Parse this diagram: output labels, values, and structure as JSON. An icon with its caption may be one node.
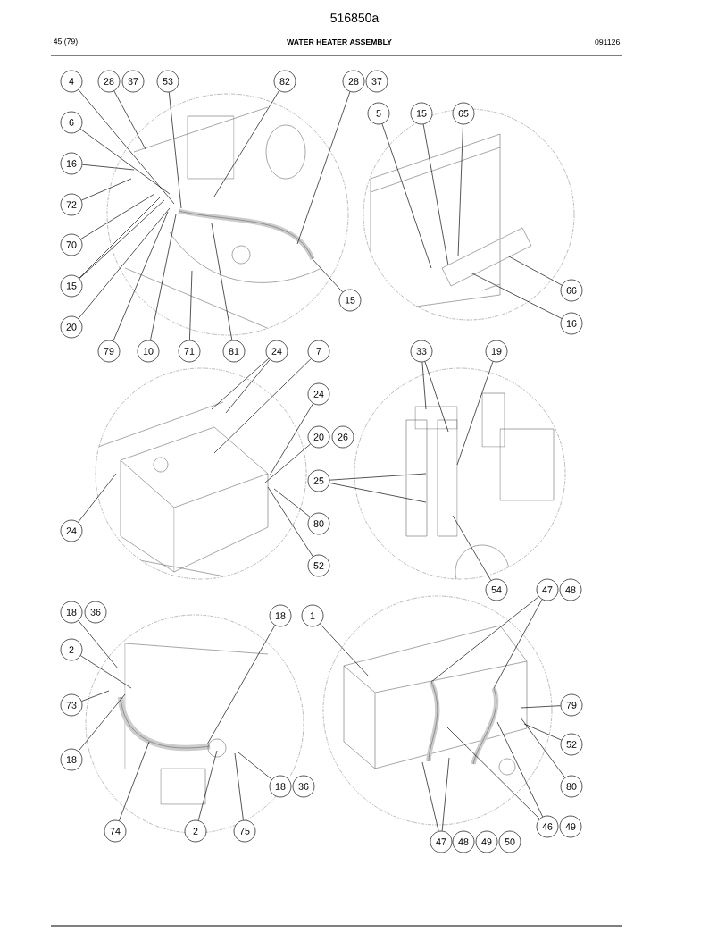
{
  "diagram": {
    "title": "WATER HEATER ASSEMBLY",
    "nodes": [
      {
        "text": [
          "4"
        ]
      },
      {
        "text": [
          "28"
        ]
      },
      {
        "text": [
          "37"
        ]
      },
      {
        "text": [
          "53"
        ]
      },
      {
        "text": [
          "82"
        ]
      },
      {
        "text": [
          "28"
        ]
      },
      {
        "text": [
          "37"
        ]
      },
      {
        "text": [
          "5"
        ]
      },
      {
        "text": [
          "15"
        ]
      },
      {
        "text": [
          "65"
        ]
      },
      {
        "text": [
          "6"
        ]
      },
      {
        "text": [
          "16"
        ]
      },
      {
        "text": [
          "72"
        ]
      },
      {
        "text": [
          "70"
        ]
      },
      {
        "text": [
          "15"
        ]
      },
      {
        "text": [
          "66"
        ]
      },
      {
        "text": [
          "15"
        ]
      },
      {
        "text": [
          "16"
        ]
      },
      {
        "text": [
          "20"
        ]
      },
      {
        "text": [
          "79"
        ]
      },
      {
        "text": [
          "10"
        ]
      },
      {
        "text": [
          "71"
        ]
      },
      {
        "text": [
          "81"
        ]
      },
      {
        "text": [
          "24"
        ]
      },
      {
        "text": [
          "7"
        ]
      },
      {
        "text": [
          "33"
        ]
      },
      {
        "text": [
          "19"
        ]
      },
      {
        "text": [
          "24"
        ]
      },
      {
        "text": [
          "20"
        ]
      },
      {
        "text": [
          "26"
        ]
      },
      {
        "text": [
          "25"
        ]
      },
      {
        "text": [
          "80"
        ]
      },
      {
        "text": [
          "24"
        ]
      },
      {
        "text": [
          "52"
        ]
      },
      {
        "text": [
          "54"
        ]
      },
      {
        "text": [
          "47"
        ]
      },
      {
        "text": [
          "48"
        ]
      },
      {
        "text": [
          "18"
        ]
      },
      {
        "text": [
          "36"
        ]
      },
      {
        "text": [
          "18"
        ]
      },
      {
        "text": [
          "1"
        ]
      },
      {
        "text": [
          "2"
        ]
      },
      {
        "text": [
          "73"
        ]
      },
      {
        "text": [
          "79"
        ]
      },
      {
        "text": [
          "52"
        ]
      },
      {
        "text": [
          "18"
        ]
      },
      {
        "text": [
          "18"
        ]
      },
      {
        "text": [
          "36"
        ]
      },
      {
        "text": [
          "80"
        ]
      },
      {
        "text": [
          "46"
        ]
      },
      {
        "text": [
          "49"
        ]
      },
      {
        "text": [
          "74"
        ]
      },
      {
        "text": [
          "2"
        ]
      },
      {
        "text": [
          "75"
        ]
      },
      {
        "text": [
          "47"
        ]
      },
      {
        "text": [
          "48"
        ]
      },
      {
        "text": [
          "49"
        ]
      },
      {
        "text": [
          "50"
        ]
      }
    ],
    "edges": [
      {
        "from": 0,
        "to": null,
        "arrow": "none"
      },
      {
        "from": 1,
        "to": null,
        "arrow": "none"
      },
      {
        "from": 3,
        "to": null,
        "arrow": "none"
      },
      {
        "from": 4,
        "to": null,
        "arrow": "none"
      },
      {
        "from": 5,
        "to": null,
        "arrow": "none"
      },
      {
        "from": 7,
        "to": null,
        "arrow": "none"
      },
      {
        "from": 8,
        "to": null,
        "arrow": "none"
      },
      {
        "from": 9,
        "to": null,
        "arrow": "none"
      },
      {
        "from": 10,
        "to": null,
        "arrow": "none"
      },
      {
        "from": 11,
        "to": null,
        "arrow": "none"
      },
      {
        "from": 12,
        "to": null,
        "arrow": "none"
      },
      {
        "from": 13,
        "to": null,
        "arrow": "none"
      },
      {
        "from": 14,
        "to": null,
        "arrow": "none"
      },
      {
        "from": 14,
        "to": null,
        "arrow": "none"
      },
      {
        "from": 15,
        "to": null,
        "arrow": "none"
      },
      {
        "from": 16,
        "to": null,
        "arrow": "none"
      },
      {
        "from": 17,
        "to": null,
        "arrow": "none"
      },
      {
        "from": 18,
        "to": null,
        "arrow": "none"
      },
      {
        "from": 19,
        "to": null,
        "arrow": "none"
      },
      {
        "from": 20,
        "to": null,
        "arrow": "none"
      },
      {
        "from": 21,
        "to": null,
        "arrow": "none"
      },
      {
        "from": 22,
        "to": null,
        "arrow": "none"
      },
      {
        "from": 23,
        "to": null,
        "arrow": "none"
      },
      {
        "from": 23,
        "to": null,
        "arrow": "none"
      },
      {
        "from": 24,
        "to": null,
        "arrow": "none"
      },
      {
        "from": 25,
        "to": null,
        "arrow": "none"
      },
      {
        "from": 25,
        "to": null,
        "arrow": "none"
      },
      {
        "from": 26,
        "to": null,
        "arrow": "none"
      },
      {
        "from": 27,
        "to": null,
        "arrow": "none"
      },
      {
        "from": 28,
        "to": null,
        "arrow": "none"
      },
      {
        "from": 30,
        "to": null,
        "arrow": "none"
      },
      {
        "from": 30,
        "to": null,
        "arrow": "none"
      },
      {
        "from": 31,
        "to": null,
        "arrow": "none"
      },
      {
        "from": 32,
        "to": null,
        "arrow": "none"
      },
      {
        "from": 33,
        "to": null,
        "arrow": "none"
      },
      {
        "from": 34,
        "to": null,
        "arrow": "none"
      },
      {
        "from": 35,
        "to": null,
        "arrow": "none"
      },
      {
        "from": 35,
        "to": null,
        "arrow": "none"
      },
      {
        "from": 37,
        "to": null,
        "arrow": "none"
      },
      {
        "from": 39,
        "to": null,
        "arrow": "none"
      },
      {
        "from": 40,
        "to": null,
        "arrow": "none"
      },
      {
        "from": 41,
        "to": null,
        "arrow": "none"
      },
      {
        "from": 42,
        "to": null,
        "arrow": "none"
      },
      {
        "from": 43,
        "to": null,
        "arrow": "none"
      },
      {
        "from": 44,
        "to": null,
        "arrow": "none"
      },
      {
        "from": 45,
        "to": null,
        "arrow": "none"
      },
      {
        "from": 46,
        "to": null,
        "arrow": "none"
      },
      {
        "from": 48,
        "to": null,
        "arrow": "none"
      },
      {
        "from": 49,
        "to": null,
        "arrow": "none"
      },
      {
        "from": 49,
        "to": null,
        "arrow": "none"
      },
      {
        "from": 51,
        "to": null,
        "arrow": "none"
      },
      {
        "from": 52,
        "to": null,
        "arrow": "none"
      },
      {
        "from": 53,
        "to": null,
        "arrow": "none"
      },
      {
        "from": 54,
        "to": null,
        "arrow": "none"
      },
      {
        "from": 54,
        "to": null,
        "arrow": "none"
      }
    ],
    "labels": [
      "516850a",
      "45 (79)",
      "091126"
    ]
  }
}
